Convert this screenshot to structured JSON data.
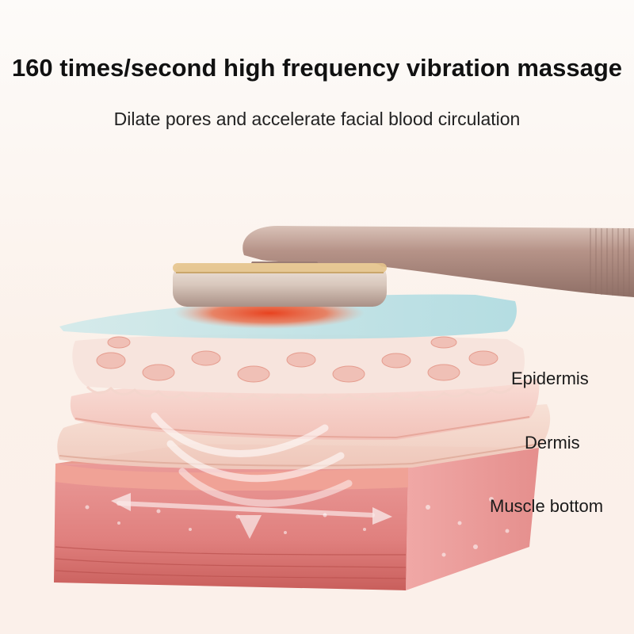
{
  "header": {
    "headline": "160 times/second high frequency vibration massage",
    "subline": "Dilate pores and accelerate facial blood circulation"
  },
  "labels": {
    "epidermis": "Epidermis",
    "dermis": "Dermis",
    "muscle": "Muscle bottom"
  },
  "colors": {
    "device_metal": "#b79b92",
    "device_gold_trim": "#c9a66b",
    "red_light": "#e84a2a",
    "top_film": "#bfe3e8",
    "epidermis": "#f6d3cb",
    "dermis": "#f3d6cc",
    "muscle": "#e88a8a"
  },
  "icons": [
    "vibration-wave-arrows",
    "massage-device"
  ]
}
